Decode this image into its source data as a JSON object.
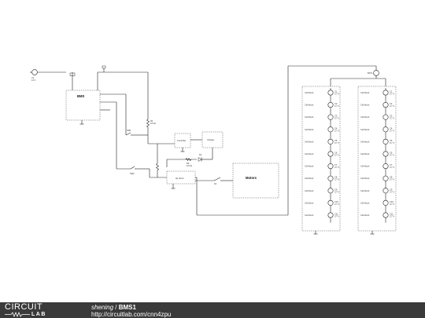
{
  "diagram": {
    "ic_label": "BMS",
    "motor_label": "Motors",
    "mod_a_label": "Controller",
    "mod_b_label": "Charger",
    "mod_c_label": "Q1 driver",
    "src_label": "V1",
    "src_sub": "12 V",
    "top_src_label": "BAT1",
    "res_label": "R1",
    "res_sub": "10 kΩ",
    "res2_label": "R2",
    "res2_sub": "10 kΩ",
    "diode_label": "D1",
    "sw1_label": "SW1",
    "sw2_label": "SW2",
    "sw3_label": "S1",
    "cell_box_label": "Cell block",
    "cell_label": "C",
    "cell_sub": "3.7 V"
  },
  "footer": {
    "logo_top": "CIRCUIT",
    "logo_bottom": "LAB",
    "author": "shening",
    "separator": " / ",
    "title": "BMS1",
    "url": "http://circuitlab.com/cnn4zpu"
  }
}
